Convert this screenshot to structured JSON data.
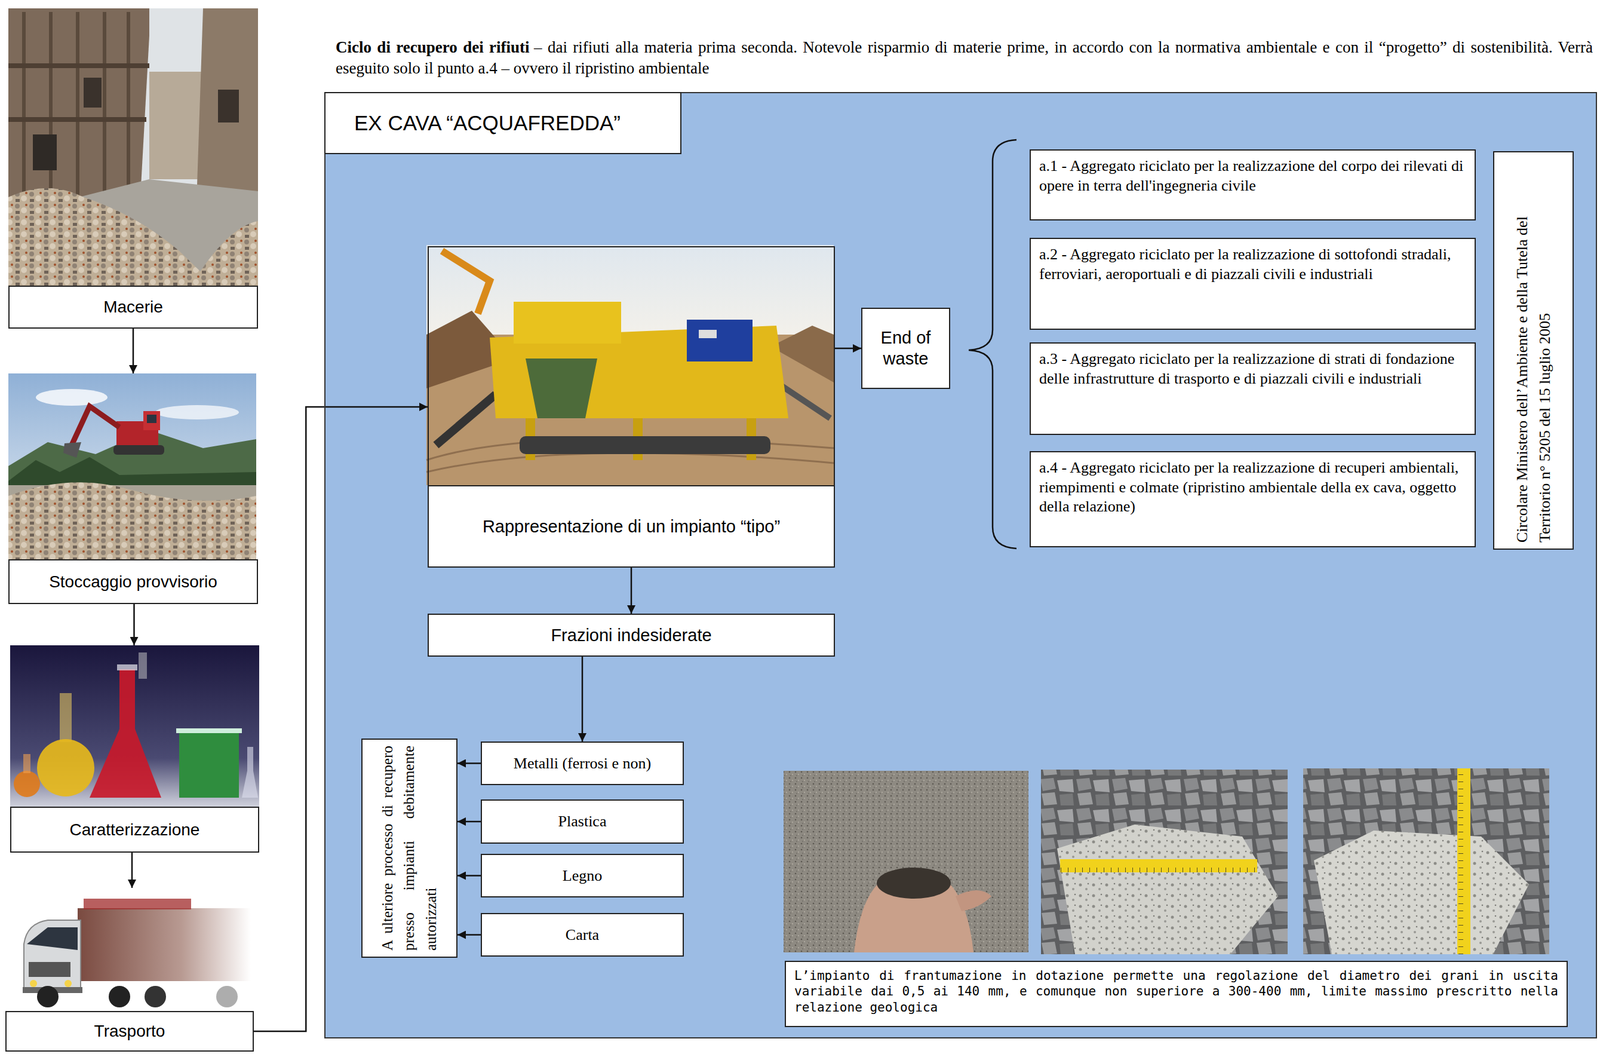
{
  "diagram": {
    "title": "Ciclo di recupero dei rifiuti",
    "nodes": [
      {
        "text": [
          "Macerie"
        ]
      },
      {
        "text": [
          "Stoccaggio provvisorio"
        ]
      },
      {
        "text": [
          "Caratterizzazione"
        ]
      },
      {
        "text": [
          "Trasporto"
        ]
      },
      {
        "text": [
          "EX CAVA “ACQUAFREDDA”"
        ]
      },
      {
        "text": [
          "Rappresentazione di un impianto “tipo”"
        ],
        "in": 4
      },
      {
        "text": [
          "End of waste"
        ],
        "in": 4
      },
      {
        "text": [
          "a.1 - Aggregato riciclato per la realizzazione del corpo dei rilevati di opere in terra dell'ingegneria civile"
        ],
        "in": 4
      },
      {
        "text": [
          "a.2 - Aggregato riciclato per la realizzazione di sottofondi stradali, ferroviari, aeroportuali e di piazzali civili e industriali"
        ],
        "in": 4
      },
      {
        "text": [
          "a.3 - Aggregato riciclato per la realizzazione di strati di fondazione delle infrastrutture di trasporto e di piazzali civili e industriali"
        ],
        "in": 4
      },
      {
        "text": [
          "a.4 - Aggregato riciclato per la realizzazione di recuperi ambientali, riempimenti e colmate (ripristino ambientale della ex cava, oggetto della relazione)"
        ],
        "in": 4
      },
      {
        "text": [
          "Circolare Ministero dell’Ambiente e della Tutela del Territorio n° 5205 del 15 luglio 2005"
        ],
        "in": 4
      },
      {
        "text": [
          "Frazioni indesiderate"
        ],
        "in": 4
      },
      {
        "text": [
          "A ulteriore processo di recupero presso impianti debitamente autorizzati"
        ],
        "in": 4
      },
      {
        "text": [
          "Metalli (ferrosi e non)"
        ],
        "in": 4
      },
      {
        "text": [
          "Plastica"
        ],
        "in": 4
      },
      {
        "text": [
          "Legno"
        ],
        "in": 4
      },
      {
        "text": [
          "Carta"
        ],
        "in": 4
      },
      {
        "text": [
          "L’impianto di frantumazione in dotazione permette una regolazione del diametro dei grani in uscita variabile dai 0,5 ai 140 mm, e comunque non superiore a 300-400 mm, limite massimo prescritto nella relazione geologica"
        ],
        "in": 4
      }
    ],
    "edges": [
      {
        "from": 0,
        "to": 1,
        "arrow": "to"
      },
      {
        "from": 1,
        "to": 2,
        "arrow": "to"
      },
      {
        "from": 2,
        "to": 3,
        "arrow": "to"
      },
      {
        "from": 3,
        "to": 5,
        "arrow": "to"
      },
      {
        "from": 5,
        "to": 6,
        "arrow": "to"
      },
      {
        "from": 5,
        "to": 12,
        "arrow": "to"
      },
      {
        "from": 12,
        "to": 14,
        "arrow": "to"
      },
      {
        "from": 14,
        "to": 13,
        "arrow": "to"
      },
      {
        "from": 15,
        "to": 13,
        "arrow": "to"
      },
      {
        "from": 16,
        "to": 13,
        "arrow": "to"
      },
      {
        "from": 17,
        "to": 13,
        "arrow": "to"
      }
    ],
    "labels": [
      "– dai rifiuti alla materia prima seconda. Notevole risparmio di materie prime, in accordo con la normativa ambientale e con il “progetto” di sostenibilità. Verrà eseguito solo il punto a.4 – ovvero il ripristino ambientale"
    ]
  }
}
